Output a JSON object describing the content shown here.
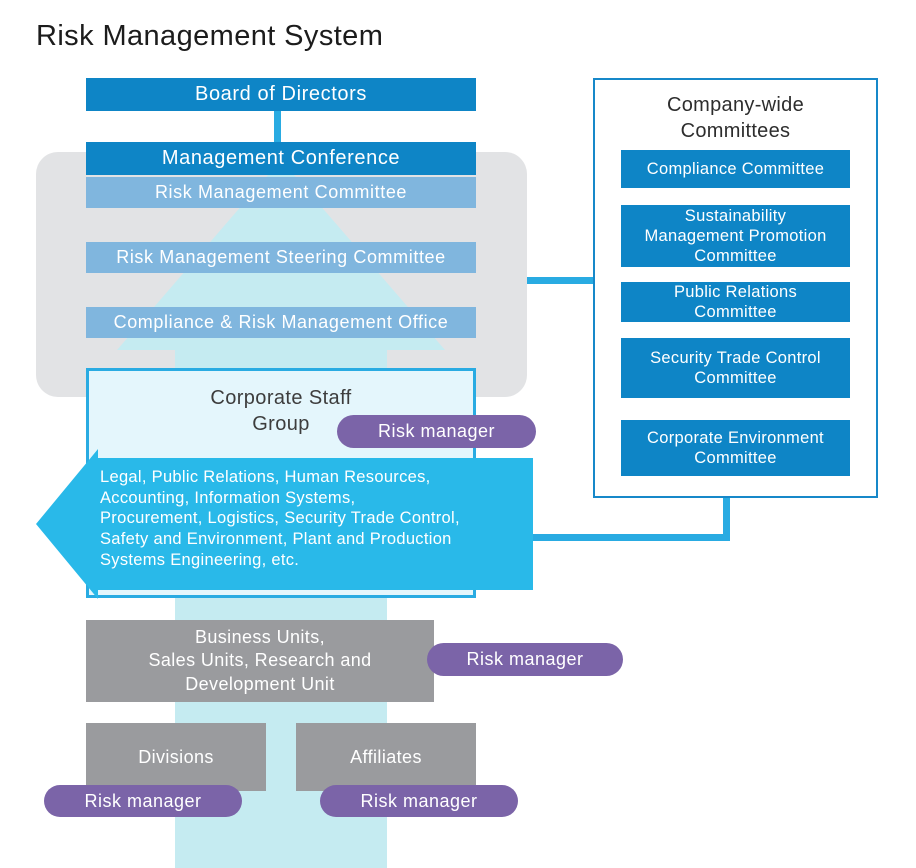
{
  "page": {
    "title": "Risk Management System"
  },
  "colors": {
    "primary_blue": "#0e85c6",
    "light_blue": "#80b6de",
    "cyan_arrow": "#29b9e9",
    "teal_up_arrow": "#c5ebf1",
    "connector_cyan": "#29abe2",
    "purple_badge": "#7b64a8",
    "gray_unit": "#9a9b9e",
    "panel_border": "#1788c9",
    "gray_backdrop": "#e2e3e5",
    "staff_box_fill": "#e4f6fc"
  },
  "hierarchy": {
    "board": "Board of Directors",
    "management_conference": "Management Conference",
    "risk_management_committee": "Risk Management Committee",
    "steering_committee": "Risk Management Steering Committee",
    "compliance_office": "Compliance & Risk Management Office",
    "corporate_staff_group": "Corporate Staff\nGroup",
    "functions_list": "Legal, Public Relations, Human Resources,\nAccounting, Information Systems,\nProcurement, Logistics, Security Trade Control,\nSafety and Environment, Plant and Production\nSystems Engineering, etc.",
    "business_units": "Business Units,\nSales Units, Research and\nDevelopment Unit",
    "divisions": "Divisions",
    "affiliates": "Affiliates",
    "risk_manager_label": "Risk manager"
  },
  "committees_panel": {
    "title": "Company-wide\nCommittees",
    "items": [
      {
        "label": "Compliance Committee"
      },
      {
        "label": "Sustainability\nManagement Promotion\nCommittee"
      },
      {
        "label": "Public Relations\nCommittee"
      },
      {
        "label": "Security Trade Control\nCommittee"
      },
      {
        "label": "Corporate Environment\nCommittee"
      }
    ]
  }
}
